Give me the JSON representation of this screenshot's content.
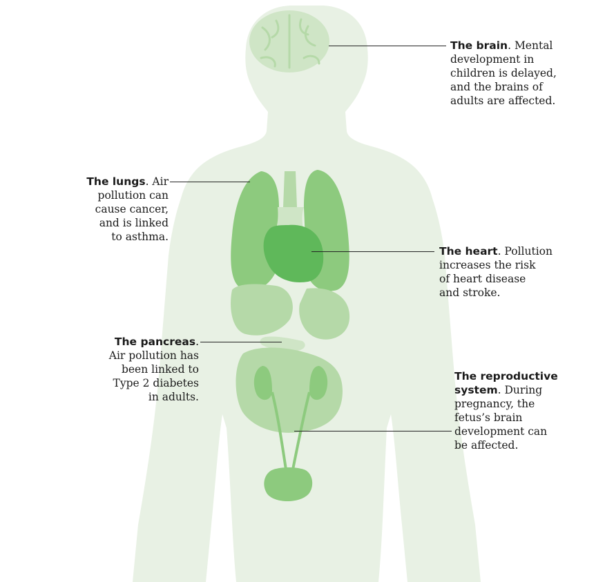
{
  "colors": {
    "silhouette": "#e8f1e4",
    "organ_light": "#cfe5c6",
    "organ_mid": "#b5d9a8",
    "lung": "#8dca7e",
    "heart": "#5fb85a",
    "leader_line": "#222222",
    "text": "#1a1a1a"
  },
  "callouts": {
    "brain": {
      "title": "The brain",
      "text": ". Mental development in children is delayed, and the brains of adults are affected.",
      "lines": [
        "Mental",
        "development in",
        "children is delayed,",
        "and the brains of",
        "adults are affected."
      ]
    },
    "lungs": {
      "title": "The lungs",
      "lines": [
        ". Air",
        "pollution can",
        "cause cancer,",
        "and is linked",
        "to asthma."
      ]
    },
    "heart": {
      "title": "The heart",
      "lines": [
        ". Pollution",
        "increases the risk",
        "of heart disease",
        "and stroke."
      ]
    },
    "pancreas": {
      "title": "The pancreas",
      "lines": [
        ".",
        "Air pollution has",
        "been linked to",
        "Type 2 diabetes",
        "in adults."
      ]
    },
    "reproductive": {
      "title_line1": "The reproductive",
      "title_line2": "system",
      "lines": [
        ". During",
        "pregnancy, the",
        "fetus’s brain",
        "development can",
        "be affected."
      ]
    }
  }
}
